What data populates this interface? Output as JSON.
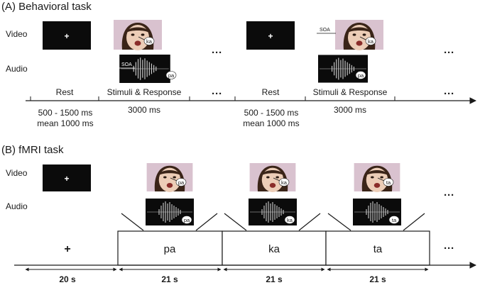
{
  "section_a": {
    "title": "(A) Behavioral task",
    "row_video": "Video",
    "row_audio": "Audio",
    "periods": [
      "Rest",
      "Stimuli & Response",
      "Rest",
      "Stimuli & Response"
    ],
    "durations": {
      "rest_line1": "500 - 1500 ms",
      "rest_line2": "mean 1000 ms",
      "stim": "3000 ms"
    },
    "soa_label": "SOA",
    "speech_video": "ka",
    "speech_audio": "pa"
  },
  "section_b": {
    "title": "(B) fMRI task",
    "row_video": "Video",
    "row_audio": "Audio",
    "fixation": "+",
    "blocks": [
      "pa",
      "ka",
      "ta"
    ],
    "durations": [
      "20 s",
      "21 s",
      "21 s",
      "21 s"
    ]
  },
  "ellipsis": "···",
  "colors": {
    "screen": "#0b0b0b",
    "face_bg": "#d9c2cf",
    "skin": "#eccdb7",
    "hair": "#3a2418",
    "mouth": "#8a2d2a",
    "waveform": "#cfcfcf"
  },
  "icons": [
    "fixation-cross-icon",
    "speaker-face-icon",
    "speech-bubble-icon",
    "audio-waveform-icon"
  ]
}
